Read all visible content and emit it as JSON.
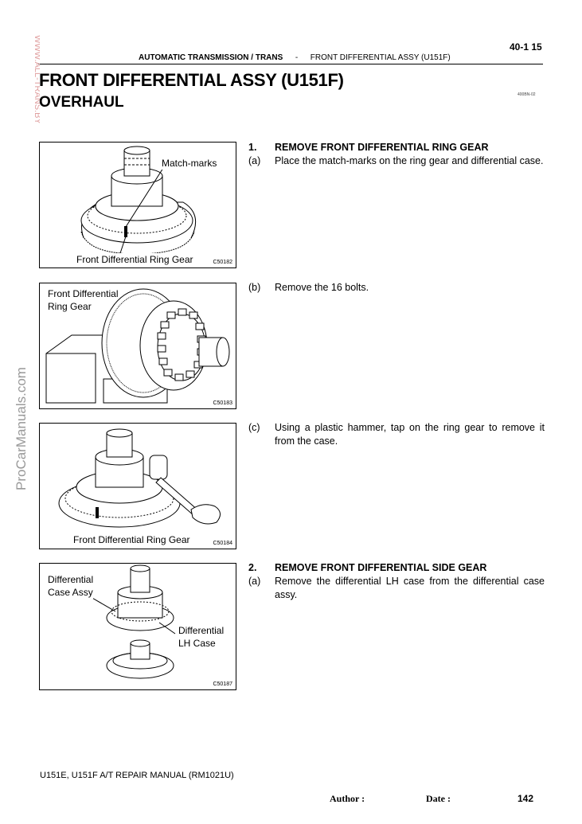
{
  "header": {
    "section": "AUTOMATIC TRANSMISSION / TRANS",
    "separator": "-",
    "topic": "FRONT DIFFERENTIAL ASSY (U151F)",
    "page_ref": "40-1 15"
  },
  "title": "FRONT DIFFERENTIAL ASSY (U151F)",
  "subtitle": "OVERHAUL",
  "doc_id": "400BN-02",
  "watermarks": {
    "vertical_url": "WWW.ALL-TRANS.BY",
    "vertical_site": "ProCarManuals.com"
  },
  "figures": [
    {
      "labels": [
        "Match-marks",
        "Front Differential Ring Gear"
      ],
      "code": "C50182"
    },
    {
      "labels": [
        "Front Differential",
        "Ring Gear"
      ],
      "code": "C50183"
    },
    {
      "labels": [
        "Front Differential Ring Gear"
      ],
      "code": "C50184"
    },
    {
      "labels": [
        "Differential",
        "Case Assy",
        "Differential",
        "LH Case"
      ],
      "code": "C50187"
    }
  ],
  "steps": [
    {
      "num": "1.",
      "title": "REMOVE FRONT DIFFERENTIAL RING GEAR",
      "subs": [
        {
          "label": "(a)",
          "text": "Place the match-marks on the ring gear and differential case."
        },
        {
          "label": "(b)",
          "text": "Remove the 16 bolts."
        },
        {
          "label": "(c)",
          "text": "Using a plastic hammer, tap on the ring gear to remove it from the case."
        }
      ]
    },
    {
      "num": "2.",
      "title": "REMOVE FRONT DIFFERENTIAL SIDE GEAR",
      "subs": [
        {
          "label": "(a)",
          "text": "Remove the differential LH case from the differential case assy."
        }
      ]
    }
  ],
  "footer": {
    "manual": "U151E, U151F A/T REPAIR MANUAL   (RM1021U)",
    "author_label": "Author :",
    "date_label": "Date :",
    "page": "142"
  }
}
